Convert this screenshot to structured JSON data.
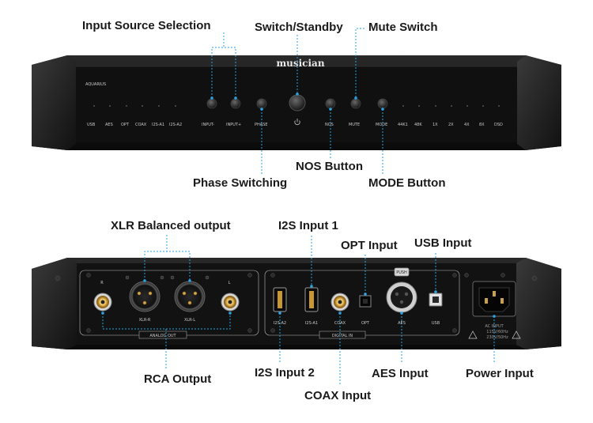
{
  "callouts": {
    "input_source_selection": "Input Source Selection",
    "switch_standby": "Switch/Standby",
    "mute_switch": "Mute Switch",
    "nos_button": "NOS Button",
    "phase_switching": "Phase Switching",
    "mode_button": "MODE Button",
    "xlr_balanced_output": "XLR Balanced output",
    "i2s_input_1": "I2S Input 1",
    "opt_input": "OPT Input",
    "usb_input": "USB Input",
    "rca_output": "RCA Output",
    "i2s_input_2": "I2S Input 2",
    "aes_input": "AES Input",
    "power_input": "Power Input",
    "coax_input": "COAX Input"
  },
  "front_panel": {
    "brand_logo": "musician",
    "model": "AQUARIUS",
    "input_indicators": [
      "USB",
      "AES",
      "OPT",
      "COAX",
      "I2S-A1",
      "I2S-A2"
    ],
    "buttons": {
      "input_minus": "INPUT-",
      "input_plus": "INPUT+",
      "phase": "PHASE",
      "nos": "NOS",
      "mute": "MUTE",
      "mode": "MODE"
    },
    "rate_indicators": [
      "44K1",
      "48K",
      "1X",
      "2X",
      "4X",
      "8X",
      "DSD"
    ]
  },
  "rear_panel": {
    "analog_labels": {
      "r": "R",
      "l": "L",
      "xlr_r": "XLR-R",
      "xlr_l": "XLR-L",
      "section": "ANALOG OUT"
    },
    "digital_labels": {
      "i2s_a2": "I2S-A2",
      "i2s_a1": "I2S-A1",
      "coax": "COAX",
      "opt": "OPT",
      "aes": "AES",
      "usb": "USB",
      "section": "DIGITAL IN",
      "push": "PUSH"
    },
    "ac_input": {
      "line1": "AC INPUT",
      "line2": "115V/60Hz",
      "line3": "230V/50Hz"
    }
  },
  "colors": {
    "accent_line": "#2aa3e0",
    "chassis": "#1c1c1c",
    "panel_dark": "#0e0e0e"
  }
}
